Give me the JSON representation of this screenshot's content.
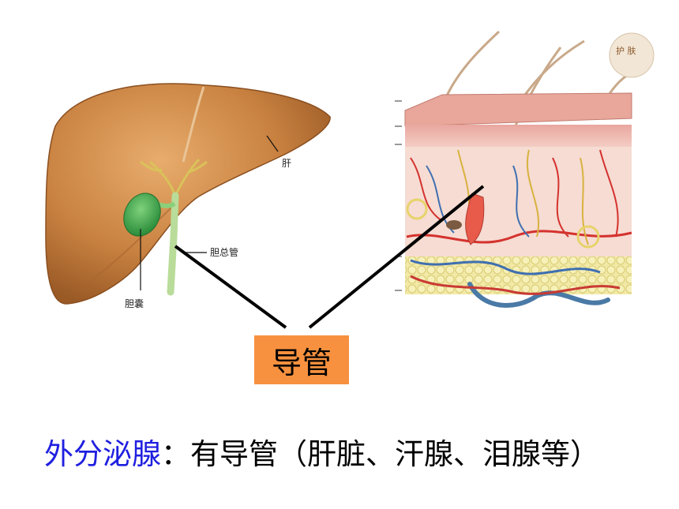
{
  "liver_labels": {
    "liver": "肝",
    "common_bile_duct": "胆总管",
    "gallbladder": "胆囊"
  },
  "skin_corner_text": "护 肤",
  "duct_label": "导管",
  "caption": {
    "term": "外分泌腺",
    "colon": "：",
    "description": "有导管（肝脏、汗腺、泪腺等）"
  },
  "colors": {
    "label_box": "#f7913f",
    "term_text": "#1f1fe0",
    "liver": "#c8813f",
    "gallbladder": "#3aa84a"
  }
}
